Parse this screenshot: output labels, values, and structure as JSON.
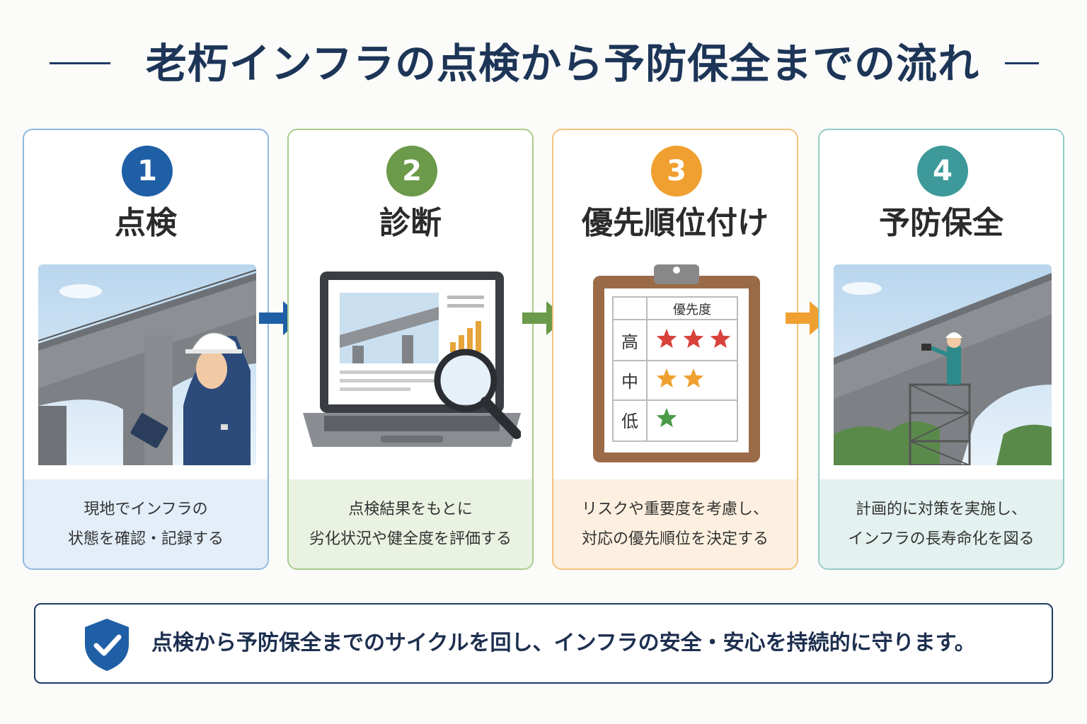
{
  "title": "老朽インフラの点検から予防保全までの流れ",
  "steps": [
    {
      "number": "1",
      "title": "点検",
      "desc_line1": "現地でインフラの",
      "desc_line2": "状態を確認・記録する",
      "color": "#1f5fa6",
      "desc_bg": "#e3eef8"
    },
    {
      "number": "2",
      "title": "診断",
      "desc_line1": "点検結果をもとに",
      "desc_line2": "劣化状況や健全度を評価する",
      "color": "#6a9a4a",
      "desc_bg": "#eaf2e2"
    },
    {
      "number": "3",
      "title": "優先順位付け",
      "desc_line1": "リスクや重要度を考慮し、",
      "desc_line2": "対応の優先順位を決定する",
      "color": "#f0a030",
      "desc_bg": "#fdf0e0"
    },
    {
      "number": "4",
      "title": "予防保全",
      "desc_line1": "計画的に対策を実施し、",
      "desc_line2": "インフラの長寿命化を図る",
      "color": "#3e9a9a",
      "desc_bg": "#e3f1ef"
    }
  ],
  "priority_table": {
    "header": "優先度",
    "rows": [
      {
        "label": "高",
        "stars": 3,
        "color": "#d8423a"
      },
      {
        "label": "中",
        "stars": 2,
        "color": "#f0a030"
      },
      {
        "label": "低",
        "stars": 1,
        "color": "#4a9a4a"
      }
    ]
  },
  "footer": {
    "message": "点検から予防保全までのサイクルを回し、インフラの安全・安心を持続的に守ります。"
  },
  "colors": {
    "title": "#1d3557",
    "footer_border": "#1e3a66",
    "shield": "#1f5fa6"
  }
}
